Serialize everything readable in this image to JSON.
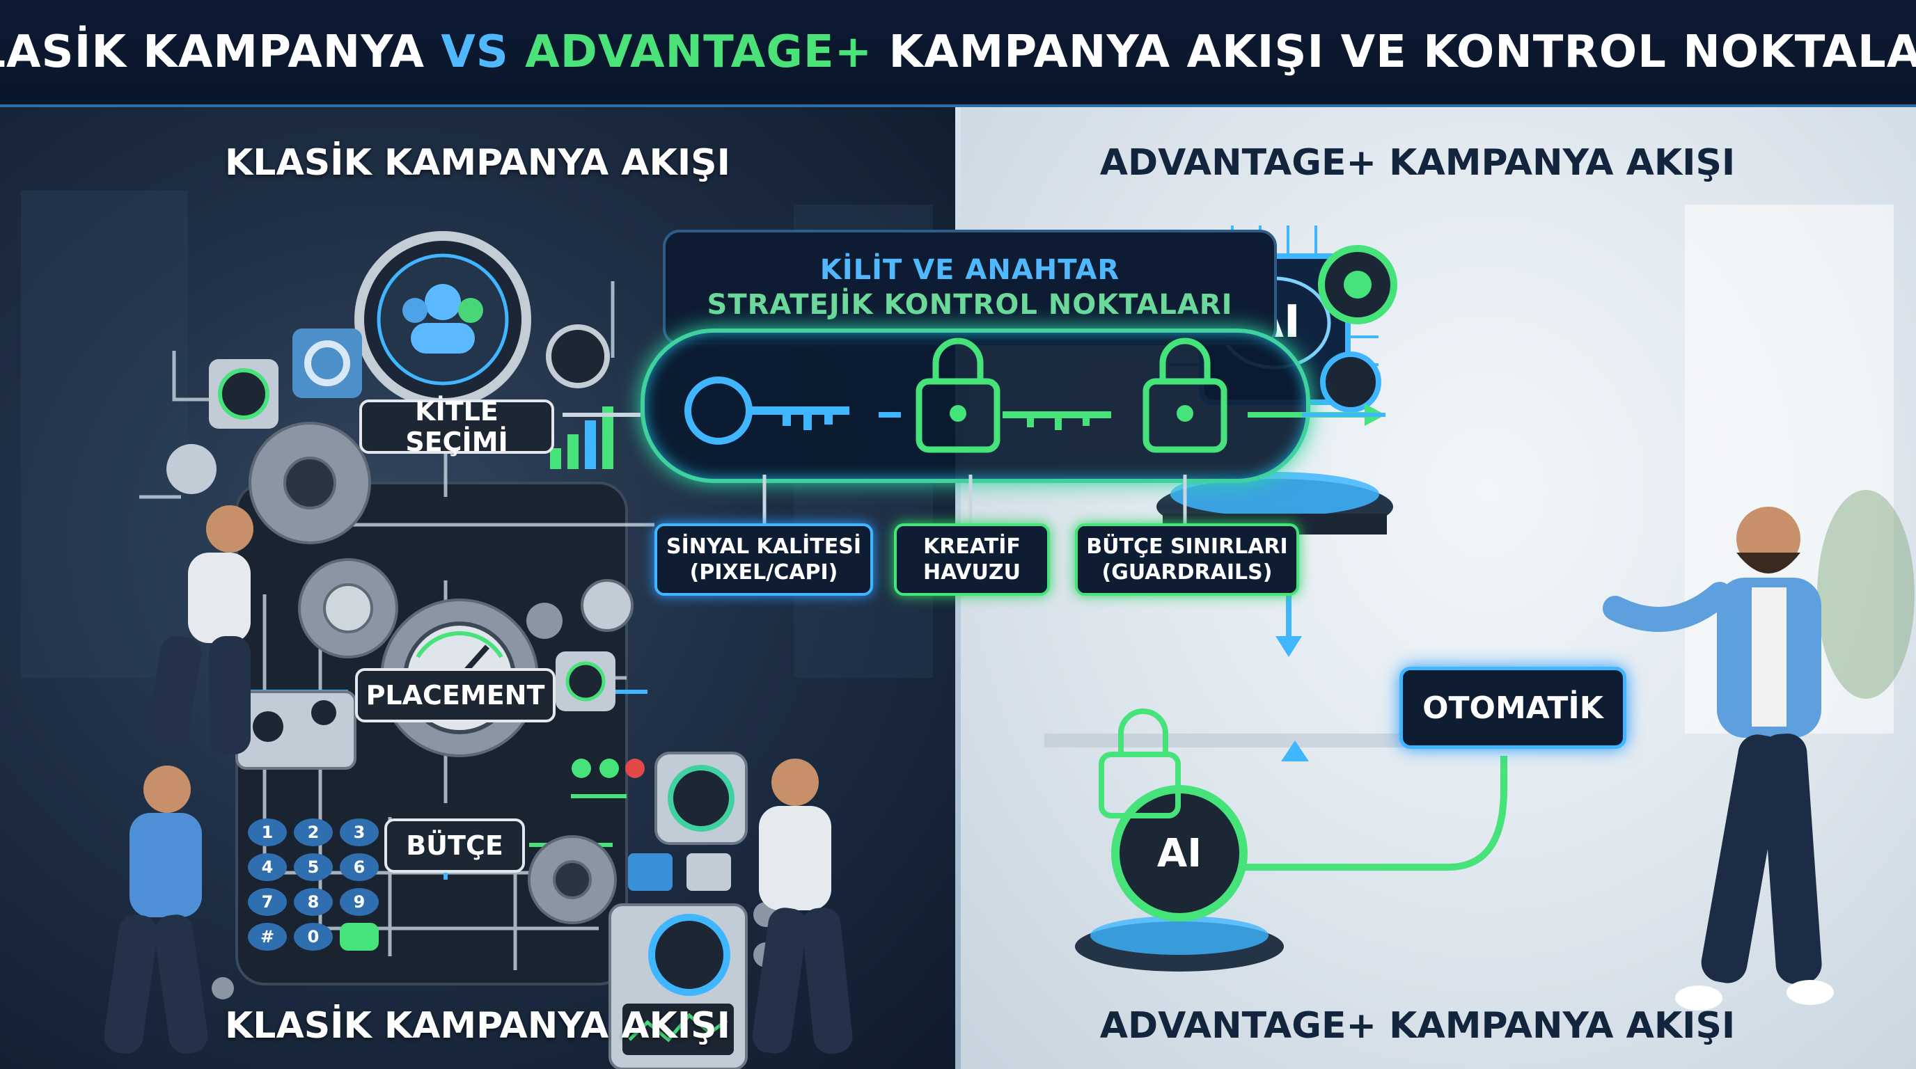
{
  "header": {
    "title_part1": "KLASİK KAMPANYA ",
    "title_vs": "VS",
    "title_space": " ",
    "title_adv": "ADVANTAGE+",
    "title_part2": " KAMPANYA AKIŞI VE KONTROL NOKTALARI"
  },
  "left": {
    "top_title": "KLASİK KAMPANYA AKIŞI",
    "bottom_title": "KLASİK KAMPANYA AKIŞI",
    "labels": {
      "kitle": "KİTLE SEÇİMİ",
      "placement": "PLACEMENT",
      "butce": "BÜTÇE"
    },
    "keypad": [
      "1",
      "2",
      "3",
      "4",
      "5",
      "6",
      "7",
      "8",
      "9",
      "#",
      "0"
    ]
  },
  "right": {
    "top_title": "ADVANTAGE+ KAMPANYA AKIŞI",
    "bottom_title": "ADVANTAGE+ KAMPANYA AKIŞI",
    "otomatik": "OTOMATİK",
    "ai_chip": "AI",
    "ai_gear": "AI"
  },
  "center": {
    "kilit_line1": "KİLİT VE ANAHTAR",
    "kilit_line2": "STRATEJİK KONTROL NOKTALARI",
    "sinyal_line1": "SİNYAL KALİTESİ",
    "sinyal_line2": "(PIXEL/CAPI)",
    "kreatif_line1": "KREATİF",
    "kreatif_line2": "HAVUZU",
    "butce_line1": "BÜTÇE SINIRLARI",
    "butce_line2": "(GUARDRAILS)"
  },
  "colors": {
    "blue": "#3fb6ff",
    "green": "#46e27a",
    "dark": "#0e1c33"
  }
}
